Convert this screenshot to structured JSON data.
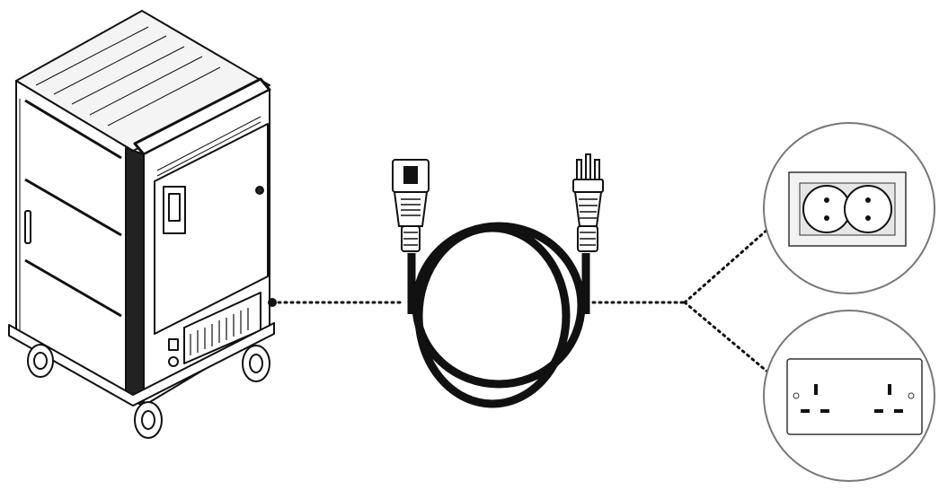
{
  "diagram": {
    "components": [
      {
        "name": "charging-cart",
        "icon": "charging-cart-icon"
      },
      {
        "name": "power-cord",
        "icon": "power-cord-icon"
      },
      {
        "name": "eu-schuko-socket",
        "icon": "eu-socket-icon"
      },
      {
        "name": "uk-type-g-socket",
        "icon": "uk-socket-icon"
      }
    ],
    "connectors": [
      "cart-to-cord",
      "cord-to-eu-socket",
      "cord-to-uk-socket"
    ],
    "colors": {
      "line": "#111111",
      "fill": "#ffffff",
      "panel": "#f2f2f2",
      "circle_stroke": "#777777"
    }
  }
}
